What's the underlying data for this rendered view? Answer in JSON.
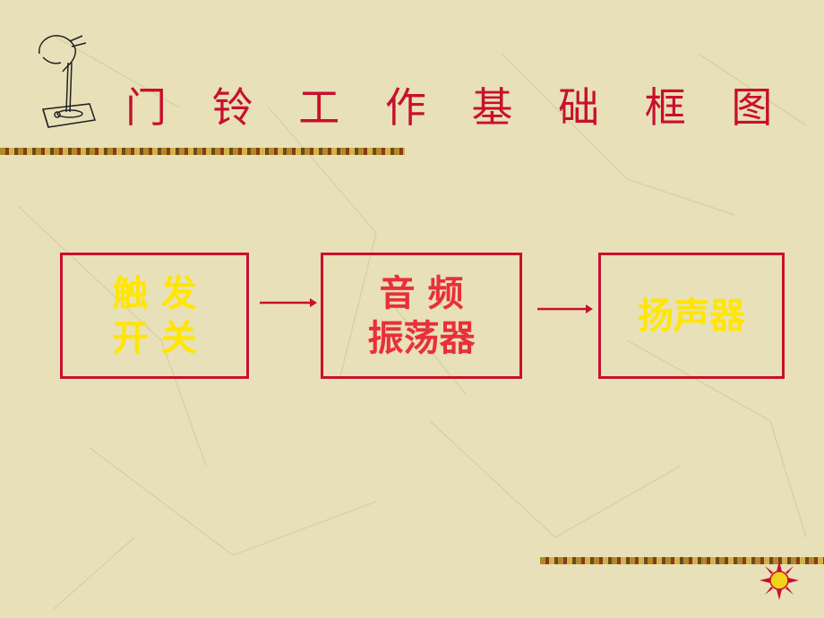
{
  "slide": {
    "title": "门 铃 工 作 基 础 框 图"
  },
  "blocks": [
    {
      "line1": "触  发",
      "line2": "开  关"
    },
    {
      "line1": "音  频",
      "line2": "振荡器"
    },
    {
      "line1": "扬声器"
    }
  ],
  "colors": {
    "background": "#e8e0b8",
    "title": "#c8102e",
    "box_border": "#c8102e",
    "yellow_text": "#ffe600",
    "red_text": "#e8303a",
    "arrow": "#c8102e"
  },
  "icons": [
    "hand-with-probe-icon",
    "sun-icon"
  ]
}
